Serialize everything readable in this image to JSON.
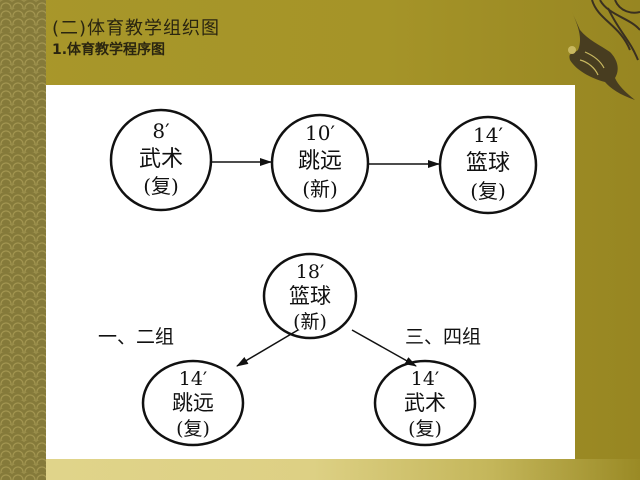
{
  "title": {
    "main": "(二)体育教学组织图",
    "sub": "1.体育教学程序图"
  },
  "colors": {
    "background": "#a59428",
    "panel": "#ffffff",
    "line": "#111111"
  },
  "diagram": {
    "sequence": [
      {
        "time": "8′",
        "activity": "武术",
        "status": "(复)"
      },
      {
        "time": "10′",
        "activity": "跳远",
        "status": "(新)"
      },
      {
        "time": "14′",
        "activity": "篮球",
        "status": "(复)"
      }
    ],
    "branch": {
      "root": {
        "time": "18′",
        "activity": "篮球",
        "status": "(新)"
      },
      "left_label": "一、二组",
      "right_label": "三、四组",
      "left": {
        "time": "14′",
        "activity": "跳远",
        "status": "(复)"
      },
      "right": {
        "time": "14′",
        "activity": "武术",
        "status": "(复)"
      }
    }
  }
}
